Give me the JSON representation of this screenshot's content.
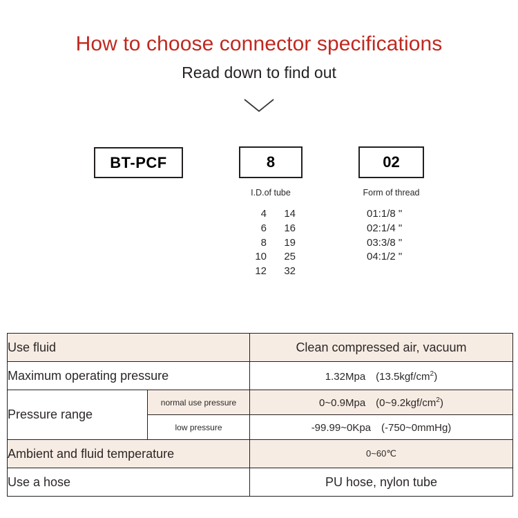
{
  "header": {
    "title": "How to choose connector specifications",
    "subtitle": "Read down to find out",
    "title_color": "#c0281f",
    "arrow_icon": "chevron-down-icon"
  },
  "code_breakdown": {
    "boxes": [
      {
        "value": "BT-PCF",
        "caption": ""
      },
      {
        "value": "8",
        "caption": "I.D.of tube"
      },
      {
        "value": "02",
        "caption": "Form of thread"
      }
    ],
    "tube_sizes": [
      {
        "id": "4",
        "od": "14"
      },
      {
        "id": "6",
        "od": "16"
      },
      {
        "id": "8",
        "od": "19"
      },
      {
        "id": "10",
        "od": "25"
      },
      {
        "id": "12",
        "od": "32"
      }
    ],
    "thread_forms": [
      "01:1/8 \"",
      "02:1/4 \"",
      "03:3/8 \"",
      "04:1/2 \""
    ]
  },
  "spec_table": {
    "band_color": "#f7ece3",
    "rows": [
      {
        "label": "Use fluid",
        "value": "Clean compressed air, vacuum"
      },
      {
        "label": "Maximum operating pressure",
        "value_main": "1.32Mpa　(13.5kgf/cm",
        "value_sup": "2",
        "value_tail": ")"
      },
      {
        "label": "Pressure range",
        "sub": [
          {
            "name": "normal use pressure",
            "value_main": "0~0.9Mpa　(0~9.2kgf/cm",
            "value_sup": "2",
            "value_tail": ")"
          },
          {
            "name": "low pressure",
            "value_main": "-99.99~0Kpa　(-750~0mmHg)"
          }
        ]
      },
      {
        "label": "Ambient and fluid temperature",
        "value": "0~60℃"
      },
      {
        "label": "Use a hose",
        "value": "PU hose, nylon tube"
      }
    ]
  }
}
